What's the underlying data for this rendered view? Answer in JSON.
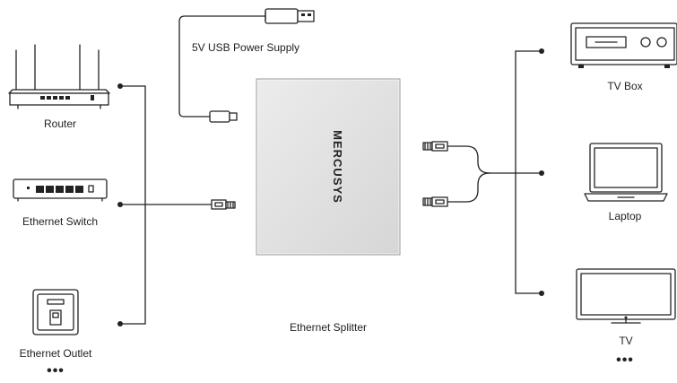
{
  "labels": {
    "router": "Router",
    "ethernet_switch": "Ethernet Switch",
    "ethernet_outlet": "Ethernet Outlet",
    "power_supply": "5V USB Power Supply",
    "splitter": "Ethernet Splitter",
    "brand": "MERCUSYS",
    "tv_box": "TV Box",
    "laptop": "Laptop",
    "tv": "TV",
    "more_left": "•••",
    "more_right": "•••"
  }
}
